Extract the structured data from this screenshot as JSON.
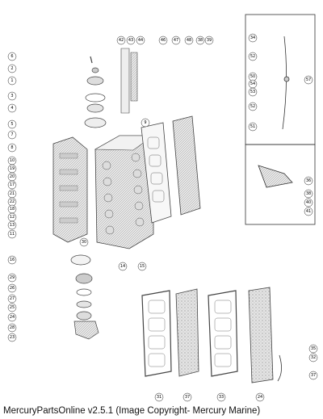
{
  "caption": "MercuryPartsOnline v2.5.1 (Image Copyright- Mercury Marine)",
  "callouts": {
    "left_column": [
      "6",
      "2",
      "1",
      "3",
      "4",
      "5",
      "7",
      "8",
      "10",
      "19",
      "20",
      "17",
      "21",
      "22",
      "18",
      "12",
      "13",
      "11",
      "16"
    ],
    "lower_left": [
      "29",
      "26",
      "27",
      "25",
      "24",
      "28",
      "23",
      "30",
      "14",
      "15",
      "9"
    ],
    "top_row": [
      "42",
      "43",
      "44",
      "46",
      "47",
      "48",
      "38",
      "39"
    ],
    "right_inset": [
      "34",
      "52",
      "50",
      "54",
      "53",
      "52",
      "51",
      "57"
    ],
    "bottom_row": [
      "31",
      "37",
      "33",
      "24",
      "35",
      "32",
      "37"
    ],
    "right_mid": [
      "36",
      "38",
      "40",
      "41"
    ]
  }
}
